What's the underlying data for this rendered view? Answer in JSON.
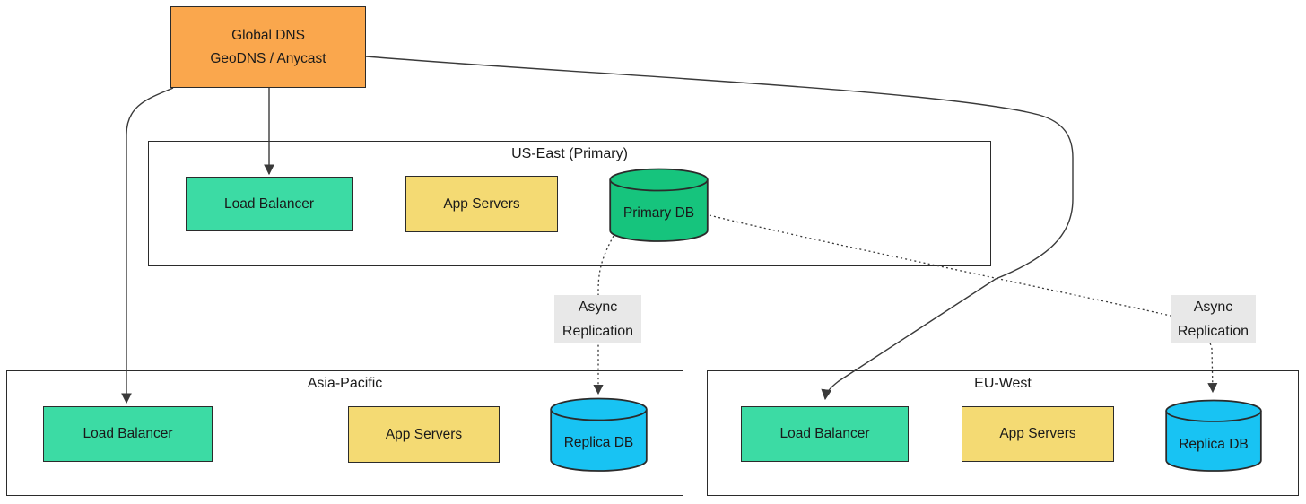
{
  "colors": {
    "background": "#FFFFFF",
    "dns_fill": "#FAA74D",
    "lb_fill": "#3CDBA4",
    "app_fill": "#F4DA73",
    "primary_db_fill": "#16C47D",
    "replica_db_fill": "#18C3F3",
    "node_border": "#2B2B2B",
    "region_border": "#2B2B2B",
    "edge_line": "#3A3A3A",
    "edge_label_bg": "#E8E8E8",
    "text": "#1A1A1A"
  },
  "dns": {
    "line1": "Global DNS",
    "line2": "GeoDNS / Anycast"
  },
  "regions": {
    "us_east": {
      "title": "US-East (Primary)",
      "load_balancer": "Load Balancer",
      "app_servers": "App Servers",
      "database": "Primary DB"
    },
    "asia_pacific": {
      "title": "Asia-Pacific",
      "load_balancer": "Load Balancer",
      "app_servers": "App Servers",
      "database": "Replica DB"
    },
    "eu_west": {
      "title": "EU-West",
      "load_balancer": "Load Balancer",
      "app_servers": "App Servers",
      "database": "Replica DB"
    }
  },
  "edge_labels": {
    "async_replication_left": {
      "line1": "Async",
      "line2": "Replication"
    },
    "async_replication_right": {
      "line1": "Async",
      "line2": "Replication"
    }
  }
}
